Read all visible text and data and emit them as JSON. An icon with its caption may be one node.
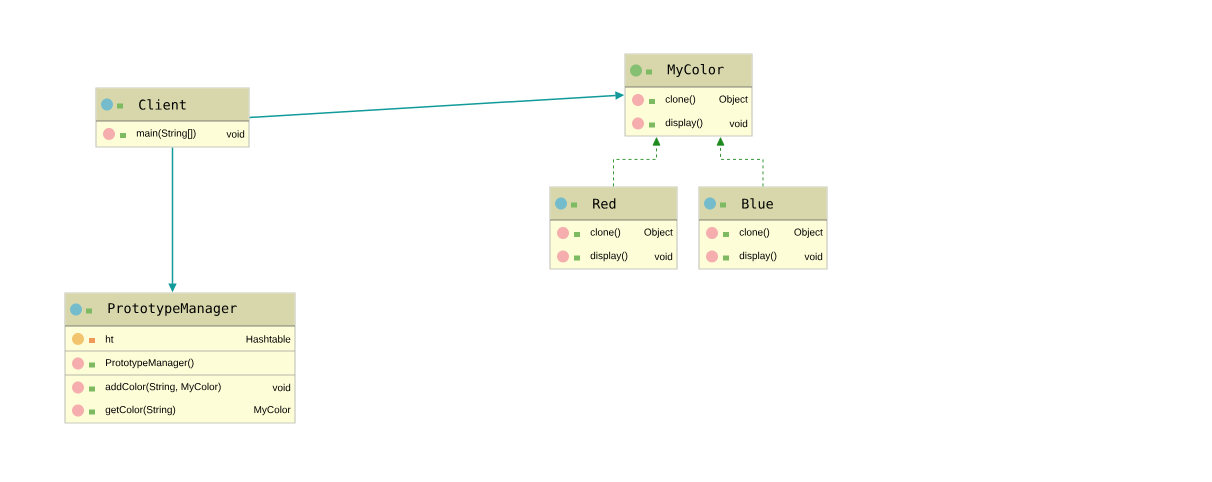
{
  "diagram": {
    "nodes": [
      {
        "text": [
          "Client"
        ]
      },
      {
        "text": [
          "main(String[])",
          "void"
        ],
        "in": 0
      },
      {
        "text": [
          "MyColor"
        ]
      },
      {
        "text": [
          "clone()",
          "Object"
        ],
        "in": 2
      },
      {
        "text": [
          "display()",
          "void"
        ],
        "in": 2
      },
      {
        "text": [
          "Red"
        ]
      },
      {
        "text": [
          "clone()",
          "Object"
        ],
        "in": 5
      },
      {
        "text": [
          "display()",
          "void"
        ],
        "in": 5
      },
      {
        "text": [
          "Blue"
        ]
      },
      {
        "text": [
          "clone()",
          "Object"
        ],
        "in": 8
      },
      {
        "text": [
          "display()",
          "void"
        ],
        "in": 8
      },
      {
        "text": [
          "PrototypeManager"
        ]
      },
      {
        "text": [
          "ht",
          "Hashtable"
        ],
        "in": 11
      },
      {
        "text": [
          "PrototypeManager()"
        ],
        "in": 11
      },
      {
        "text": [
          "addColor(String, MyColor)",
          "void"
        ],
        "in": 11
      },
      {
        "text": [
          "getColor(String)",
          "MyColor"
        ],
        "in": 11
      }
    ],
    "edges": [
      {
        "from": 0,
        "to": 2,
        "arrow": "to",
        "color": "#129a9a"
      },
      {
        "from": 0,
        "to": 11,
        "arrow": "to",
        "color": "#129a9a"
      },
      {
        "from": 5,
        "to": 2,
        "arrow": "to",
        "color": "#1f8a1f",
        "style": "dashed"
      },
      {
        "from": 8,
        "to": 2,
        "arrow": "to",
        "color": "#1f8a1f",
        "style": "dashed"
      }
    ]
  }
}
